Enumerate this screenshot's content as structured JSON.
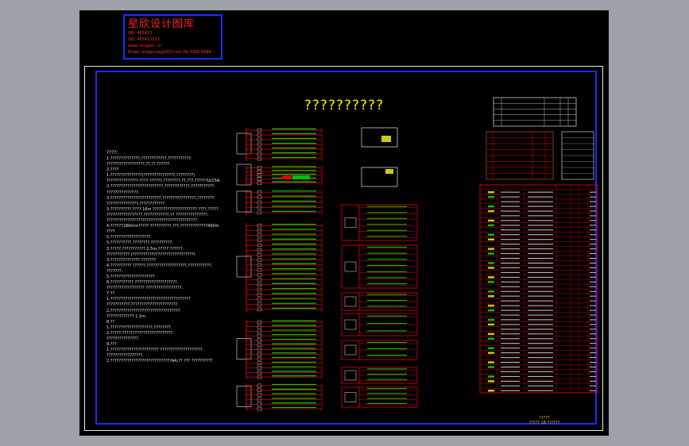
{
  "logo": {
    "title": "星欣设计图库",
    "lines": [
      "QQ: 465423",
      "QQ: 465415223",
      "www. xingxin. cn",
      "Email: xingxinjw@163.com  Tel:3366-5688"
    ]
  },
  "drawing_title": "??????????",
  "notes": {
    "heading": "????:",
    "lines": [
      "1.??????????????,????????????,???????????.",
      "  ??????????????????,??,??,??????.",
      "2.????",
      "  1.???????????????(???????????????,????????)",
      "  ???????????????-????-??????,????????,??,???,??????LV15A.",
      "  2.?????????????????????????,????????????,???????????.",
      "  ???????????????.",
      "  3.????????????????????????,????????????????,????????.",
      "  ???????????????,????????????.",
      "  3.??????????,???? 16m ????????????????????? ????,?????",
      "  ?????????????????,????????????,?? ???????????????.",
      "  ???????????????????????????????????????????.",
      "  4.??????180mm????? ??????????,???,?????????????400m",
      "  ???? ",
      "  5.???????????????????.",
      "  5.??????????.????????,??????????.",
      "  3.?????,??????????? 2.5m,????? ??????.",
      "  ??????????? (?????????????????????????????)",
      "  3.?????????????? ???????.",
      "  4.?????????? ??????,???????????????????,???????????.",
      "  ???????.",
      "  5.?????????????????????.",
      "  6.??????????? ????????????????????.",
      "  ?????????????????? ?????????????????.",
      "7.??",
      "  1.??????????????????????????????????????",
      "  ???????????,??????????????????????.",
      "  2.?????????????????????????????????.",
      "  ????????????? 1.1m.",
      "8.??",
      "  1.????????????????????,????????.",
      "  2.?????,????????????????????????.",
      "  ???????????????.",
      "9.???",
      "  1.??????????????????????? ????????????????????.",
      "  ?????????????????.",
      "  2.?????????????????????????????AA,?? ??? ??????????."
    ]
  },
  "subtitle": {
    "line1": "?????",
    "line2": "????? 18 ??????"
  },
  "colors": {
    "background": "#9da2a8",
    "canvas": "#000000",
    "frame": "#1a2bff",
    "line": "#e60000",
    "wire": "#00d000",
    "label": "#e6e6e6",
    "accent": "#ffea00"
  }
}
